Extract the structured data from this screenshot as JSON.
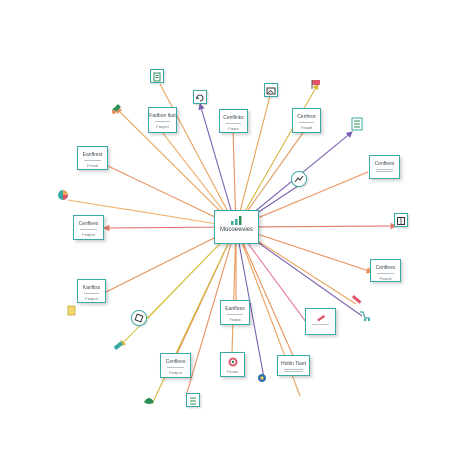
{
  "hub": {
    "label": "Mocoewvies",
    "icon": "bar-chart-icon"
  },
  "cards": [
    {
      "id": "top-left",
      "title": "Fadbon Ikat",
      "sub": "Faepet"
    },
    {
      "id": "top-mid",
      "title": "Cenflinks",
      "sub": "Faaot"
    },
    {
      "id": "top-right",
      "title": "Cenfnce",
      "sub": "Feaalt"
    },
    {
      "id": "left-upper",
      "title": "Eanflrest",
      "sub": "Feloal"
    },
    {
      "id": "right-upper",
      "title": "Cenflees",
      "sub": ""
    },
    {
      "id": "left-mid",
      "title": "Cenflees",
      "sub": "Feapot"
    },
    {
      "id": "right-mid",
      "title": "Cenflees",
      "sub": "Feacal"
    },
    {
      "id": "left-lower",
      "title": "Kanfiiss",
      "sub": "Feapot"
    },
    {
      "id": "center-lower",
      "title": "Eanfloes",
      "sub": "Fealat"
    },
    {
      "id": "right-lower",
      "title": "",
      "sub": ""
    },
    {
      "id": "bottom-left",
      "title": "Cenflees",
      "sub": "Feapot"
    },
    {
      "id": "bottom-center",
      "title": "",
      "sub": "Feoao"
    },
    {
      "id": "bottom-right",
      "title": "Holtin Tiaet",
      "sub": ""
    }
  ],
  "icons": [
    "document-icon",
    "refresh-icon",
    "image-icon",
    "flag-icon",
    "list-icon",
    "book-icon",
    "pie-chart-icon",
    "chart-icon",
    "pen-icon",
    "note-icon",
    "rocket-icon",
    "settings-icon",
    "pencil-icon",
    "badge-icon",
    "cart-icon",
    "folder-icon",
    "leaf-icon"
  ],
  "colors": {
    "accent": "#3aa8a4",
    "orange": "#f2a65a",
    "purple": "#7b5fb0",
    "pink": "#e57c9c",
    "yellow": "#d9c84a",
    "green": "#2f8f5a"
  }
}
